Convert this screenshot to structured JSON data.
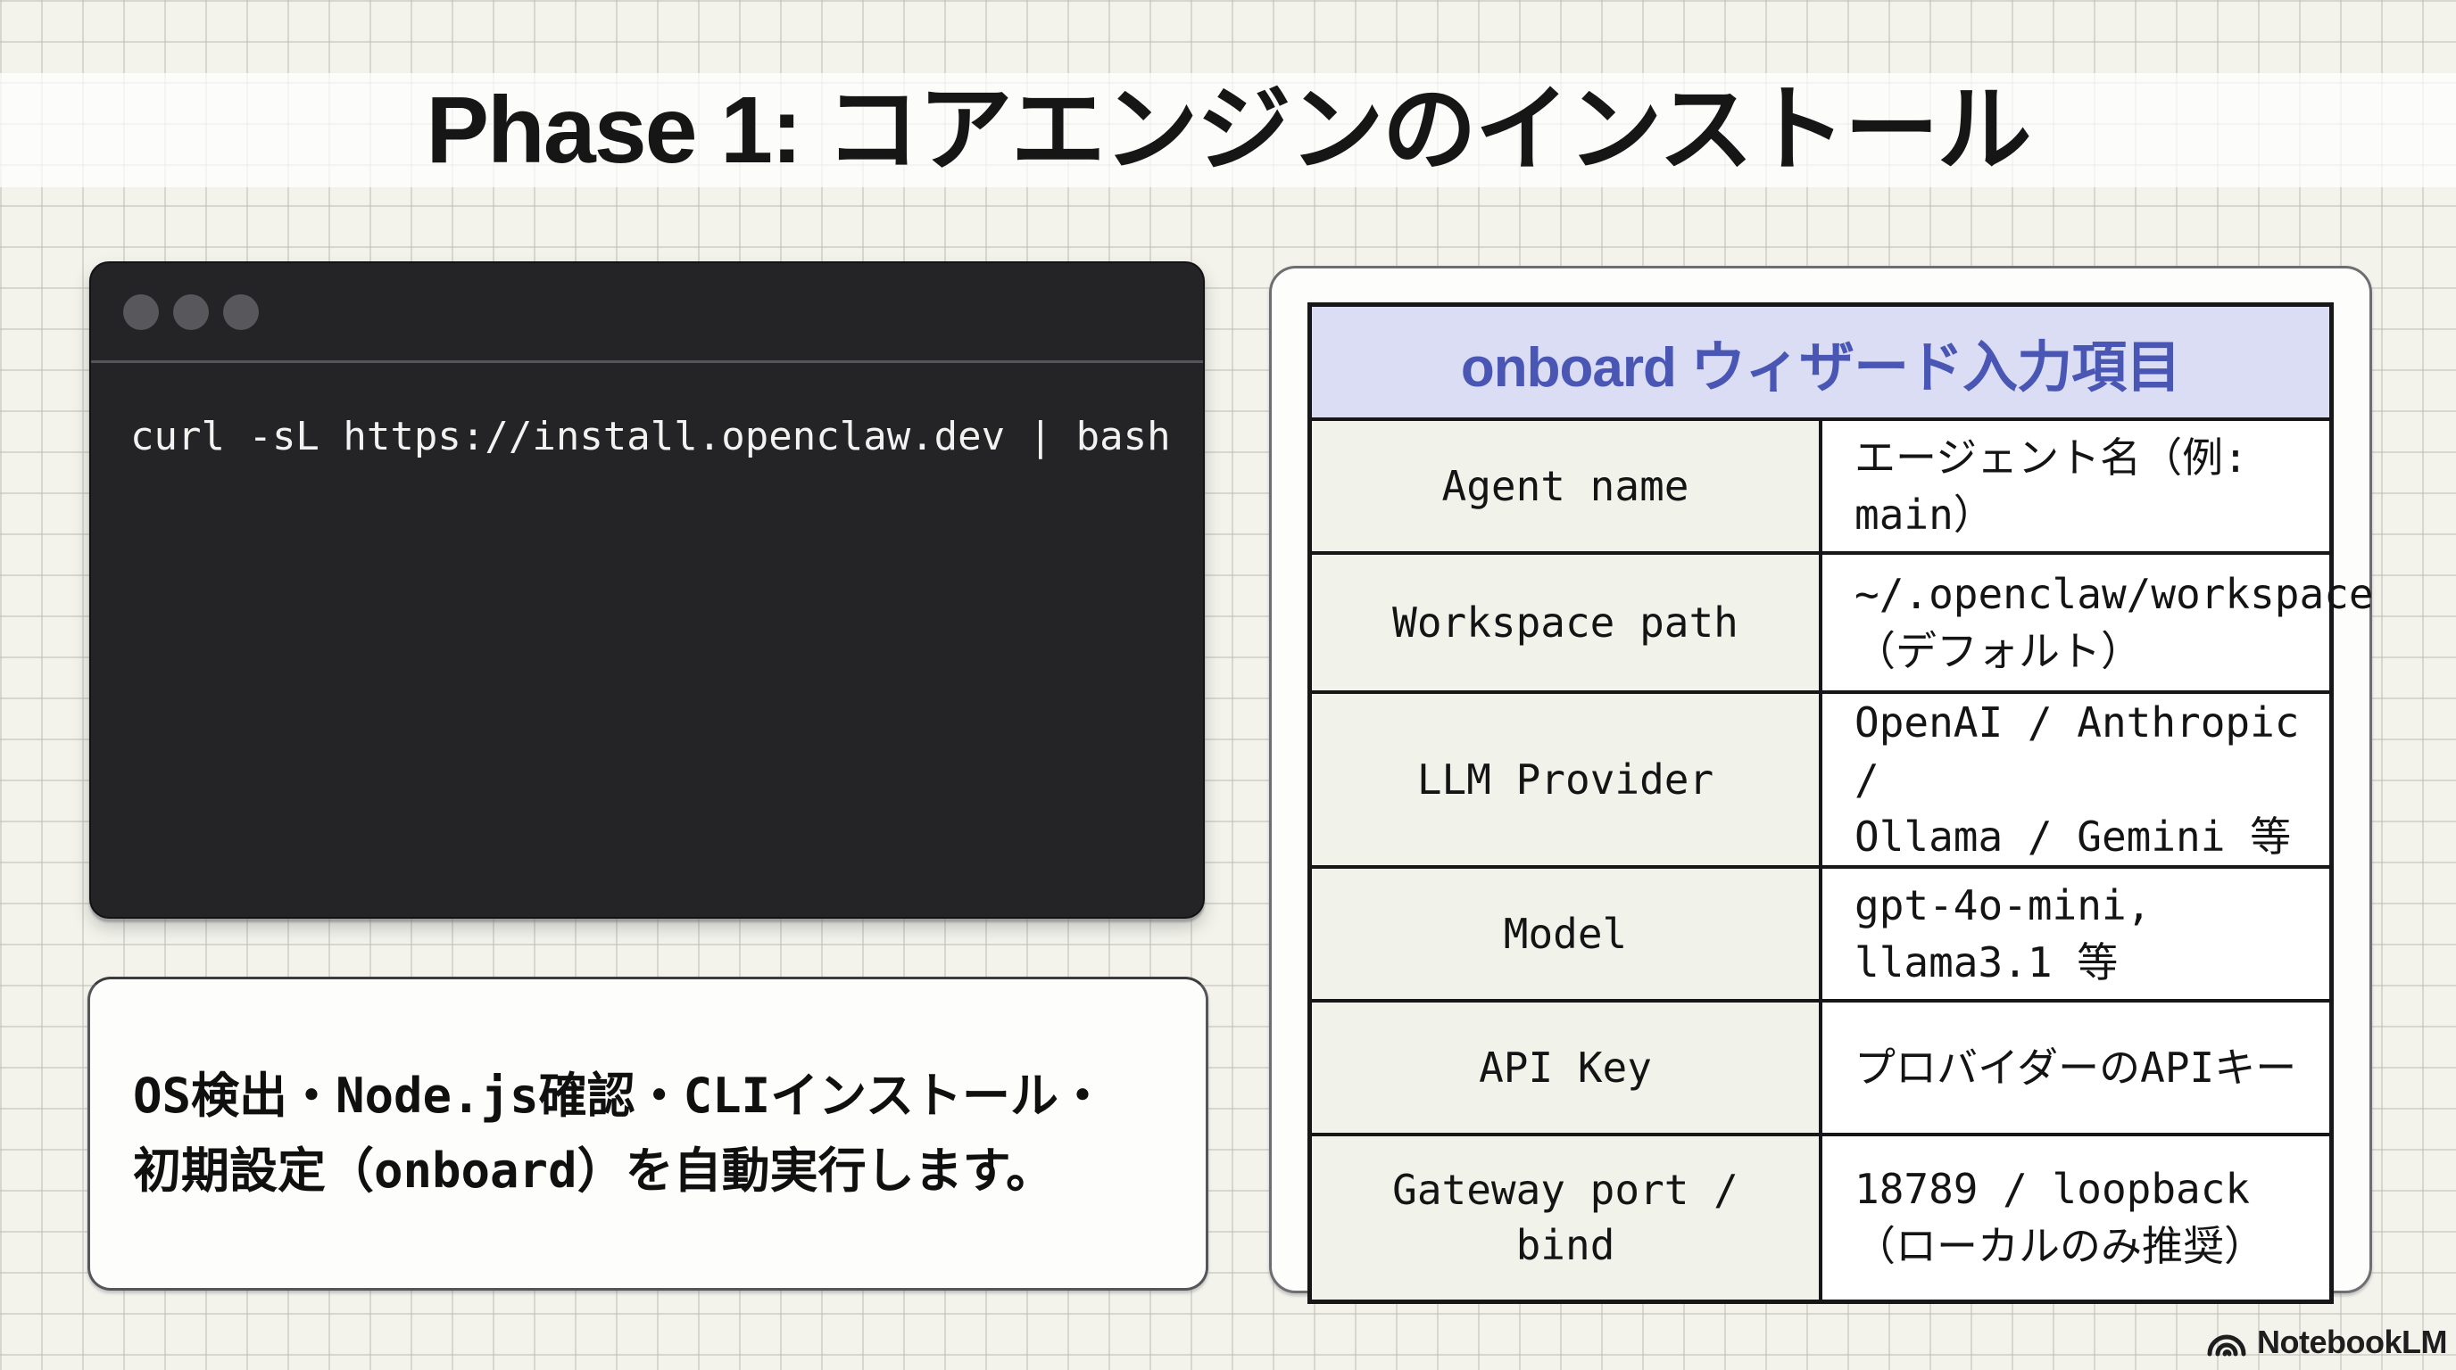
{
  "slide": {
    "title": "Phase 1: コアエンジンのインストール"
  },
  "terminal": {
    "command": "curl -sL https://install.openclaw.dev | bash"
  },
  "note_box": {
    "text": "OS検出・Node.js確認・CLIインストール・\n初期設定（onboard）を自動実行します。"
  },
  "wizard_table": {
    "header": "onboard ウィザード入力項目",
    "rows": [
      {
        "label": "Agent name",
        "value": "エージェント名（例: main）"
      },
      {
        "label": "Workspace path",
        "value": "~/.openclaw/workspace\n（デフォルト）"
      },
      {
        "label": "LLM Provider",
        "value": "OpenAI / Anthropic /\nOllama / Gemini 等"
      },
      {
        "label": "Model",
        "value": "gpt-4o-mini, llama3.1 等"
      },
      {
        "label": "API Key",
        "value": "プロバイダーのAPIキー"
      },
      {
        "label": "Gateway port /\nbind",
        "value": "18789 / loopback\n（ローカルのみ推奨）"
      }
    ]
  },
  "brand": {
    "name": "NotebookLM",
    "icon": "notebooklm-wave-icon"
  },
  "colors": {
    "background": "#f3f3ec",
    "grid_line": "#b6b6ae",
    "terminal_bg": "#242427",
    "terminal_text": "#f2f2f1",
    "table_header_bg": "#dbddf4",
    "table_header_text": "#4a56b4",
    "table_border": "#17171a",
    "label_cell_bg": "#f1f2ea",
    "card_bg": "#fdfdfb"
  }
}
